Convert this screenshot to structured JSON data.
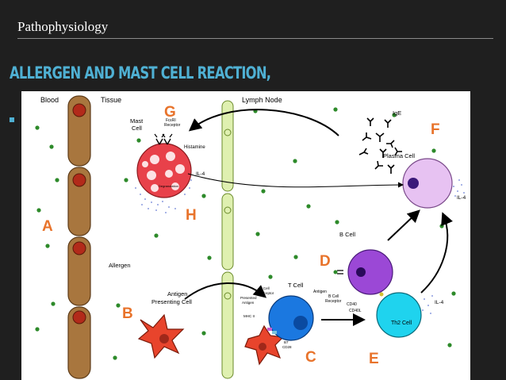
{
  "header": {
    "title": "Pathophysiology"
  },
  "slide": {
    "title": "ALLERGEN AND MAST CELL REACTION,"
  },
  "figure": {
    "regions": {
      "blood": "Blood",
      "tissue": "Tissue",
      "lymph_node": "Lymph Node"
    },
    "letters": {
      "A": "A",
      "B": "B",
      "C": "C",
      "D": "D",
      "E": "E",
      "F": "F",
      "G": "G",
      "H": "H"
    },
    "labels": {
      "mast_cell_1": "Mast",
      "mast_cell_2": "Cell",
      "fceri_1": "FcεRI",
      "fceri_2": "Receptor",
      "histamine": "Histamine",
      "degranulation": "Degranulation",
      "il4_mast": "IL-4",
      "ige": "IgE",
      "plasma_cell": "Plasma Cell",
      "il4_plasma": "IL-4",
      "allergen": "Allergen",
      "apc_1": "Antigen",
      "apc_2": "Presenting Cell",
      "t_cell": "T Cell",
      "tcr_1": "T Cell",
      "tcr_2": "Receptor",
      "pres_1": "Presented",
      "pres_2": "Antigen",
      "mhc": "MHC II",
      "b7": "B7",
      "cd28": "CD28",
      "b_cell": "B Cell",
      "antigen_b": "Antigen",
      "bcr_1": "B Cell",
      "bcr_2": "Receptor",
      "cd40": "CD40",
      "cd40l": "CD40L",
      "th2": "Th2 Cell",
      "il4_th2": "IL-4"
    }
  },
  "colors": {
    "background": "#1f1f1f",
    "title_accent": "#4fb0d3",
    "letter_orange": "#e8732b",
    "vessel": "#a8763e",
    "lymph": "#dff0b0",
    "mast_cell": "#e8414a",
    "plasma_cell": "#e7c2f2",
    "t_cell": "#1b78e0",
    "b_cell": "#9b48d6",
    "th2_cell": "#1fd3ee",
    "apc": "#e8442c",
    "allergen_dot": "#2d8a2a"
  }
}
